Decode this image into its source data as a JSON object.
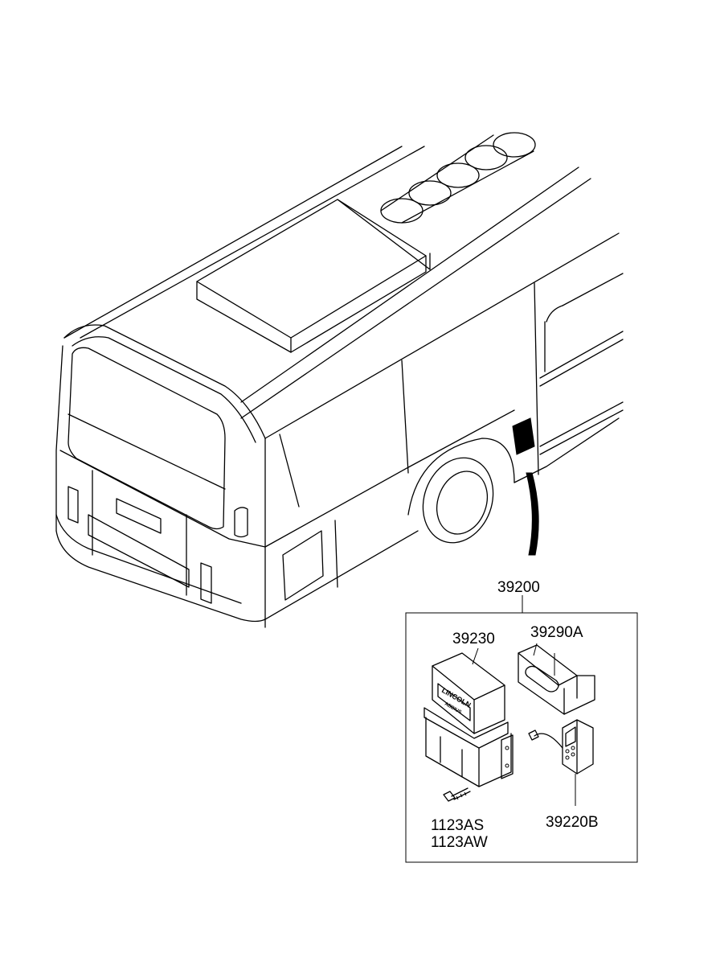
{
  "parts": {
    "assembly": "39200",
    "controller": "39230",
    "bracket": "39290A",
    "remote": "39220B",
    "bolt_line1": "1123AS",
    "bolt_line2": "1123AW"
  },
  "controller_branding": {
    "logo_text": "LINCOLN",
    "sub_text": "ABBIUS"
  }
}
